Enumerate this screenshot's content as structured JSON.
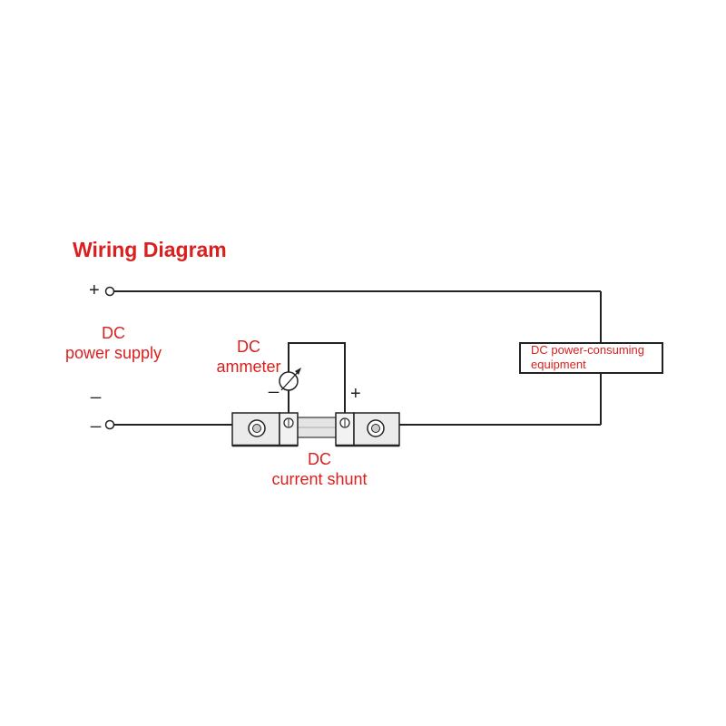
{
  "title": "Wiring Diagram",
  "labels": {
    "supply_line1": "DC",
    "supply_line2": "power supply",
    "supply_plus": "+",
    "supply_minus_label": "_",
    "supply_minus_terminal": "_",
    "ammeter_line1": "DC",
    "ammeter_line2": "ammeter",
    "ammeter_minus": "_",
    "ammeter_plus": "+",
    "shunt_line1": "DC",
    "shunt_line2": "current shunt",
    "load_line1": "DC power-consuming",
    "load_line2": "equipment"
  },
  "colors": {
    "text": "#d9201f",
    "wire": "#222222",
    "shunt_body": "#e6e6e6"
  }
}
